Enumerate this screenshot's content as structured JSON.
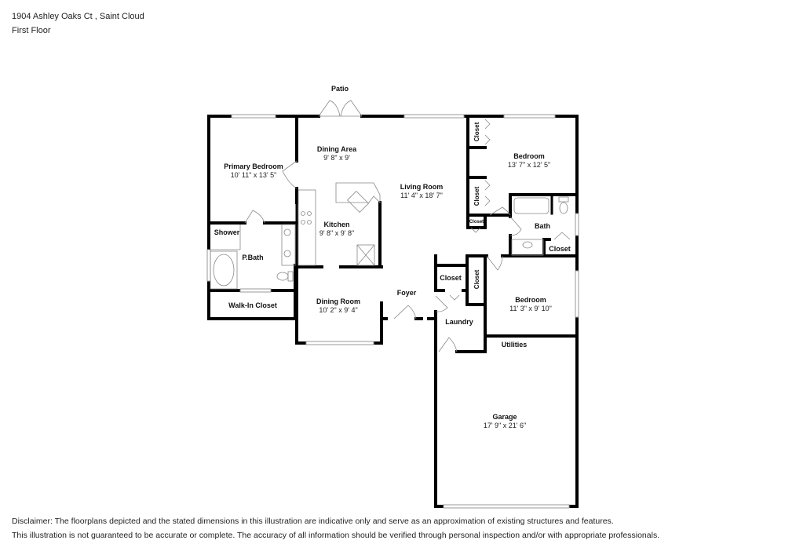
{
  "header": {
    "address": "1904 Ashley Oaks Ct , Saint Cloud",
    "floor": "First Floor"
  },
  "rooms": {
    "patio": {
      "label": "Patio"
    },
    "primary_bedroom": {
      "label": "Primary Bedroom",
      "dimensions": "10' 11\" x 13' 5\""
    },
    "dining_area": {
      "label": "Dining Area",
      "dimensions": "9' 8\" x 9'"
    },
    "living_room": {
      "label": "Living Room",
      "dimensions": "11' 4\" x 18' 7\""
    },
    "kitchen": {
      "label": "Kitchen",
      "dimensions": "9' 8\" x 9' 8\""
    },
    "shower": {
      "label": "Shower"
    },
    "p_bath": {
      "label": "P.Bath"
    },
    "walk_in_closet": {
      "label": "Walk-In Closet"
    },
    "dining_room": {
      "label": "Dining Room",
      "dimensions": "10' 2\" x 9' 4\""
    },
    "foyer": {
      "label": "Foyer"
    },
    "bedroom_2": {
      "label": "Bedroom",
      "dimensions": "13' 7\" x 12' 5\""
    },
    "closet_a": {
      "label": "Closet"
    },
    "closet_b": {
      "label": "Closet"
    },
    "closet_c": {
      "label": "Closet"
    },
    "bath": {
      "label": "Bath"
    },
    "bath_closet": {
      "label": "Closet"
    },
    "closet_d": {
      "label": "Closet"
    },
    "closet_e": {
      "label": "Closet"
    },
    "bedroom_3": {
      "label": "Bedroom",
      "dimensions": "11' 3\" x 9' 10\""
    },
    "laundry": {
      "label": "Laundry"
    },
    "utilities": {
      "label": "Utilities"
    },
    "garage": {
      "label": "Garage",
      "dimensions": "17' 9\" x 21' 6\""
    }
  },
  "disclaimer": {
    "line1": "Disclaimer: The floorplans depicted and the stated dimensions in this illustration are indicative only and serve as an approximation of existing structures and features.",
    "line2": "This illustration is not guaranteed to be accurate or complete. The accuracy of all information should be verified through personal inspection and/or with appropriate professionals."
  }
}
